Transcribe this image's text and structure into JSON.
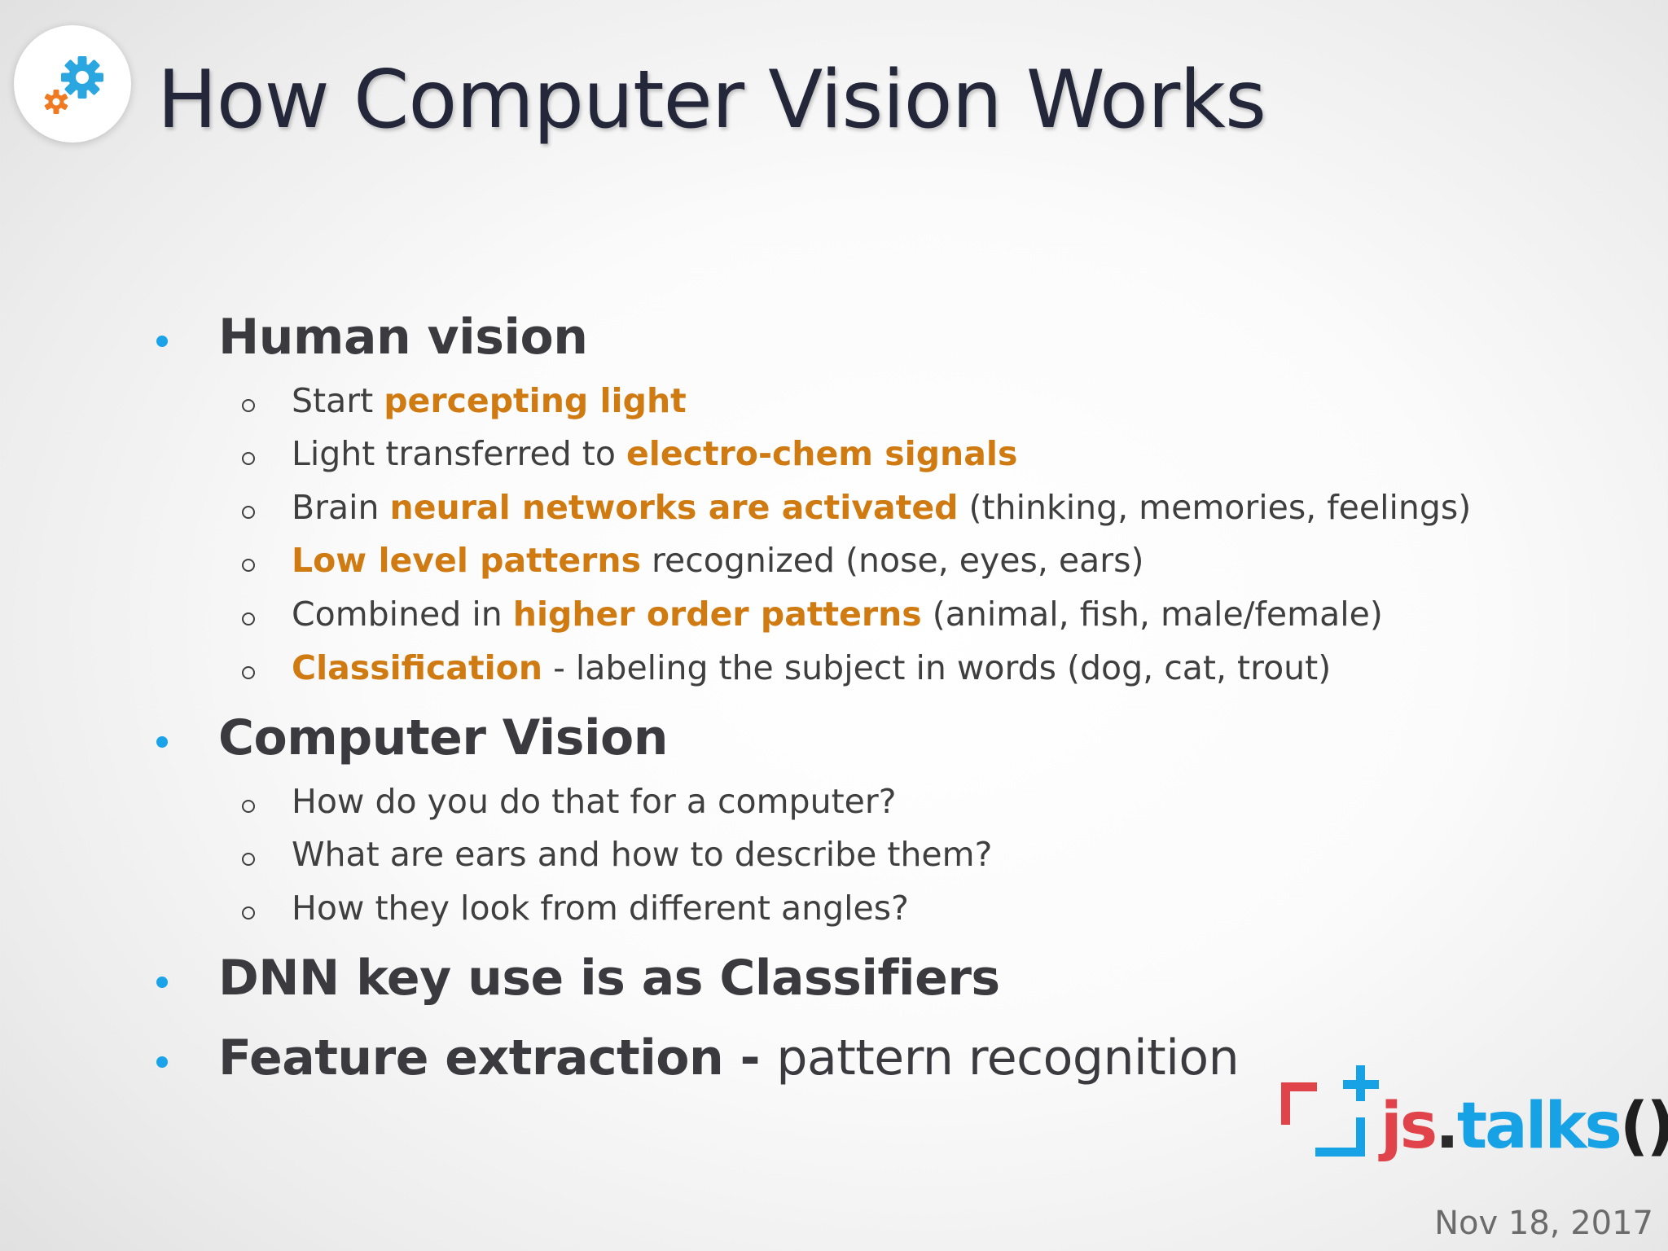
{
  "slide": {
    "title": "How Computer Vision Works",
    "sections": [
      {
        "heading": "Human vision",
        "items": [
          {
            "parts": [
              {
                "text": "Start ",
                "hl": false
              },
              {
                "text": "percepting light",
                "hl": true
              }
            ]
          },
          {
            "parts": [
              {
                "text": "Light transferred to ",
                "hl": false
              },
              {
                "text": "electro-chem signals",
                "hl": true
              }
            ]
          },
          {
            "parts": [
              {
                "text": "Brain ",
                "hl": false
              },
              {
                "text": "neural networks are activated",
                "hl": true
              },
              {
                "text": " (thinking, memories, feelings)",
                "hl": false
              }
            ]
          },
          {
            "parts": [
              {
                "text": "Low level patterns",
                "hl": true
              },
              {
                "text": " recognized (nose, eyes, ears)",
                "hl": false
              }
            ]
          },
          {
            "parts": [
              {
                "text": "Combined in ",
                "hl": false
              },
              {
                "text": "higher order patterns",
                "hl": true
              },
              {
                "text": " (animal, fish, male/female)",
                "hl": false
              }
            ]
          },
          {
            "parts": [
              {
                "text": "Classification",
                "hl": true
              },
              {
                "text": " - labeling the subject in words (dog, cat, trout)",
                "hl": false
              }
            ]
          }
        ]
      },
      {
        "heading": "Computer Vision",
        "items": [
          {
            "parts": [
              {
                "text": "How do you do that for a computer?",
                "hl": false
              }
            ]
          },
          {
            "parts": [
              {
                "text": "What are ears and how to describe them?",
                "hl": false
              }
            ]
          },
          {
            "parts": [
              {
                "text": "How they look from different angles?",
                "hl": false
              }
            ]
          }
        ]
      },
      {
        "heading": "DNN key use is as Classifiers",
        "items": []
      }
    ],
    "last_bullet": {
      "bold": "Feature extraction - ",
      "normal": "pattern recognition"
    }
  },
  "branding": {
    "logo_js": "js",
    "logo_dot": ".",
    "logo_talks": "talks",
    "logo_paren": "();",
    "date": "Nov 18, 2017"
  },
  "colors": {
    "highlight": "#d07a12",
    "bullet": "#1aa3e8",
    "title": "#24273a",
    "brand_red": "#e0434a",
    "brand_blue": "#17a2e6",
    "gear_blue": "#2aa6e0",
    "gear_orange": "#f07a22"
  },
  "icons": {
    "header_logo": "gears-icon",
    "brand_mark": "bracket-plus-icon"
  }
}
